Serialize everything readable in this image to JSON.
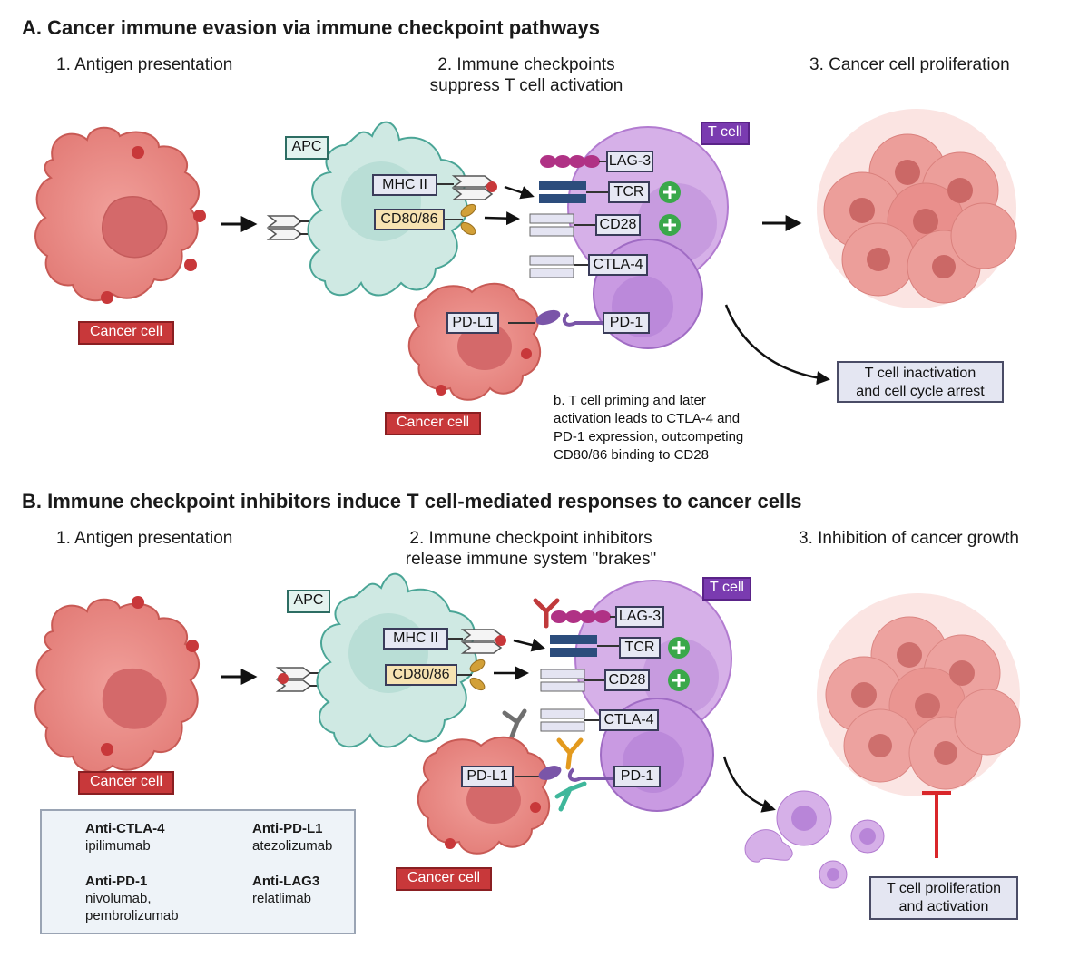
{
  "panel_a": {
    "title": "A. Cancer immune evasion via immune checkpoint pathways",
    "step1": "1. Antigen presentation",
    "step2_line1": "2. Immune checkpoints",
    "step2_line2": "suppress T cell activation",
    "step3": "3. Cancer cell proliferation",
    "apc_label": "APC",
    "tcell_label": "T cell",
    "mhc": "MHC II",
    "cd80": "CD80/86",
    "lag3": "LAG-3",
    "tcr": "TCR",
    "cd28": "CD28",
    "ctla4": "CTLA-4",
    "pdl1": "PD-L1",
    "pd1": "PD-1",
    "cancer_cell_1": "Cancer cell",
    "cancer_cell_2": "Cancer cell",
    "inactivation_line1": "T cell inactivation",
    "inactivation_line2": "and cell cycle arrest",
    "note_lines": [
      "b. T cell priming and later",
      "activation leads to CTLA-4 and",
      "PD-1 expression, outcompeting",
      "CD80/86 binding to CD28"
    ]
  },
  "panel_b": {
    "title": "B. Immune checkpoint inhibitors induce T cell-mediated responses to cancer cells",
    "step1": "1. Antigen presentation",
    "step2_line1": "2. Immune checkpoint inhibitors",
    "step2_line2": "release immune system \"brakes\"",
    "step3": "3. Inhibition of cancer growth",
    "apc_label": "APC",
    "tcell_label": "T cell",
    "mhc": "MHC II",
    "cd80": "CD80/86",
    "lag3": "LAG-3",
    "tcr": "TCR",
    "cd28": "CD28",
    "ctla4": "CTLA-4",
    "pdl1": "PD-L1",
    "pd1": "PD-1",
    "cancer_cell_1": "Cancer cell",
    "cancer_cell_2": "Cancer cell",
    "proliferation_line1": "T cell proliferation",
    "proliferation_line2": "and activation",
    "legend": {
      "items": [
        {
          "name": "Anti-CTLA-4",
          "drug": "ipilimumab",
          "icon": "antibody-gray-icon",
          "color": "#6f6f6f"
        },
        {
          "name": "Anti-PD-L1",
          "drug": "atezolizumab",
          "icon": "antibody-orange-icon",
          "color": "#e39a1e"
        },
        {
          "name": "Anti-PD-1",
          "drug": "nivolumab,",
          "drug2": "pembrolizumab",
          "icon": "antibody-teal-icon",
          "color": "#3fb79b"
        },
        {
          "name": "Anti-LAG3",
          "drug": "relatlimab",
          "icon": "antibody-red-icon",
          "color": "#c0393b"
        }
      ]
    }
  },
  "colors": {
    "cancer": "#e98a86",
    "apc": "#cfe9e3",
    "tcell": "#c99ae2",
    "plus": "#3aa84a",
    "inhibit": "#d9262a"
  }
}
